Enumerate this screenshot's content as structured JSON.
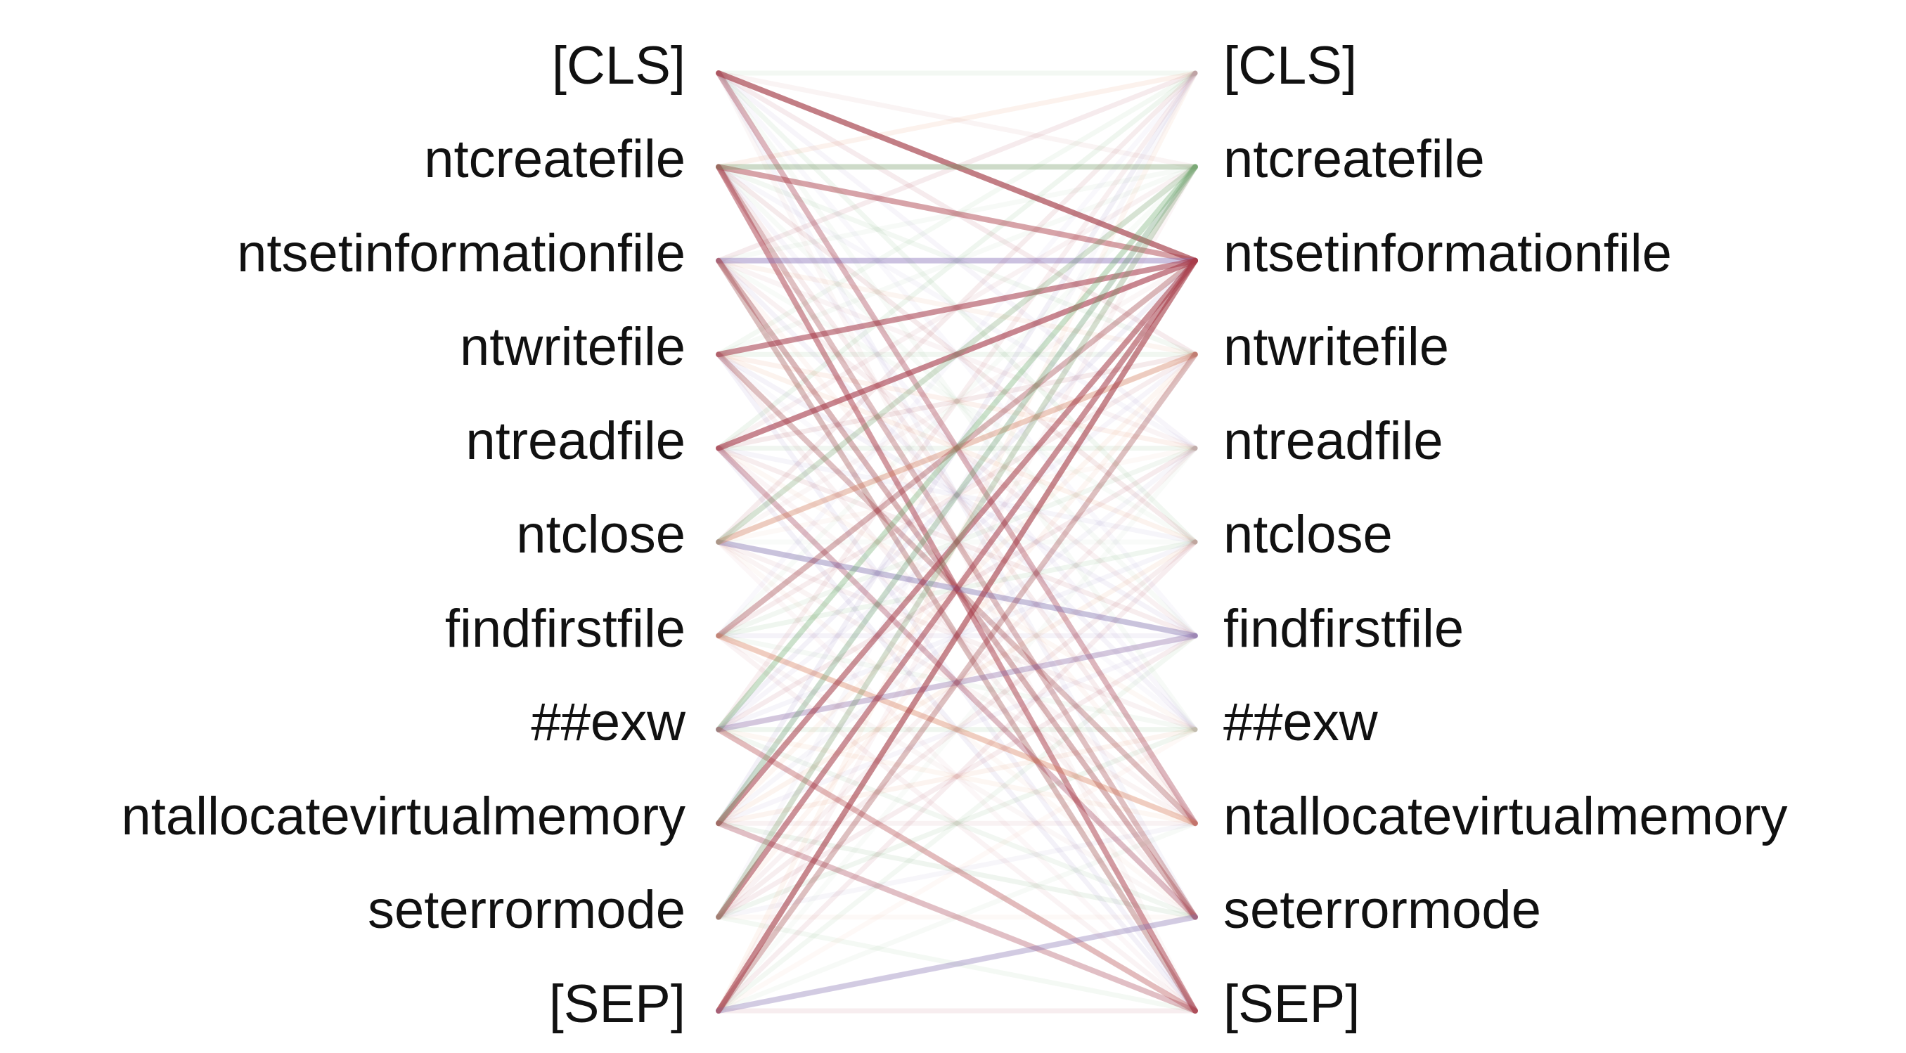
{
  "diagram": {
    "type": "attention-head-view",
    "left_tokens": [
      "[CLS]",
      "ntcreatefile",
      "ntsetinformationfile",
      "ntwritefile",
      "ntreadfile",
      "ntclose",
      "findfirstfile",
      "##exw",
      "ntallocatevirtualmemory",
      "seterrormode",
      "[SEP]"
    ],
    "right_tokens": [
      "[CLS]",
      "ntcreatefile",
      "ntsetinformationfile",
      "ntwritefile",
      "ntreadfile",
      "ntclose",
      "findfirstfile",
      "##exw",
      "ntallocatevirtualmemory",
      "seterrormode",
      "[SEP]"
    ],
    "head_colors": {
      "red": "#a83c4a",
      "green": "#6aa86a",
      "purple": "#8a73b8",
      "orange": "#e0875a"
    },
    "strong_links": [
      {
        "from": 0,
        "to": 2,
        "color": "red",
        "weight": 0.65
      },
      {
        "from": 0,
        "to": 8,
        "color": "red",
        "weight": 0.35
      },
      {
        "from": 1,
        "to": 2,
        "color": "red",
        "weight": 0.45
      },
      {
        "from": 1,
        "to": 10,
        "color": "red",
        "weight": 0.45
      },
      {
        "from": 1,
        "to": 9,
        "color": "red",
        "weight": 0.3
      },
      {
        "from": 1,
        "to": 1,
        "color": "green",
        "weight": 0.3
      },
      {
        "from": 2,
        "to": 2,
        "color": "purple",
        "weight": 0.4
      },
      {
        "from": 2,
        "to": 9,
        "color": "red",
        "weight": 0.35
      },
      {
        "from": 2,
        "to": 10,
        "color": "red",
        "weight": 0.3
      },
      {
        "from": 3,
        "to": 2,
        "color": "red",
        "weight": 0.55
      },
      {
        "from": 3,
        "to": 8,
        "color": "red",
        "weight": 0.3
      },
      {
        "from": 4,
        "to": 2,
        "color": "red",
        "weight": 0.6
      },
      {
        "from": 4,
        "to": 9,
        "color": "red",
        "weight": 0.3
      },
      {
        "from": 5,
        "to": 6,
        "color": "purple",
        "weight": 0.4
      },
      {
        "from": 5,
        "to": 3,
        "color": "orange",
        "weight": 0.35
      },
      {
        "from": 5,
        "to": 1,
        "color": "green",
        "weight": 0.25
      },
      {
        "from": 6,
        "to": 2,
        "color": "red",
        "weight": 0.35
      },
      {
        "from": 6,
        "to": 8,
        "color": "orange",
        "weight": 0.3
      },
      {
        "from": 7,
        "to": 6,
        "color": "purple",
        "weight": 0.35
      },
      {
        "from": 7,
        "to": 1,
        "color": "green",
        "weight": 0.3
      },
      {
        "from": 7,
        "to": 10,
        "color": "red",
        "weight": 0.3
      },
      {
        "from": 8,
        "to": 2,
        "color": "red",
        "weight": 0.55
      },
      {
        "from": 8,
        "to": 1,
        "color": "green",
        "weight": 0.3
      },
      {
        "from": 8,
        "to": 10,
        "color": "red",
        "weight": 0.3
      },
      {
        "from": 9,
        "to": 2,
        "color": "red",
        "weight": 0.55
      },
      {
        "from": 9,
        "to": 1,
        "color": "green",
        "weight": 0.25
      },
      {
        "from": 10,
        "to": 2,
        "color": "red",
        "weight": 0.6
      },
      {
        "from": 10,
        "to": 9,
        "color": "purple",
        "weight": 0.35
      },
      {
        "from": 10,
        "to": 3,
        "color": "red",
        "weight": 0.3
      }
    ]
  }
}
